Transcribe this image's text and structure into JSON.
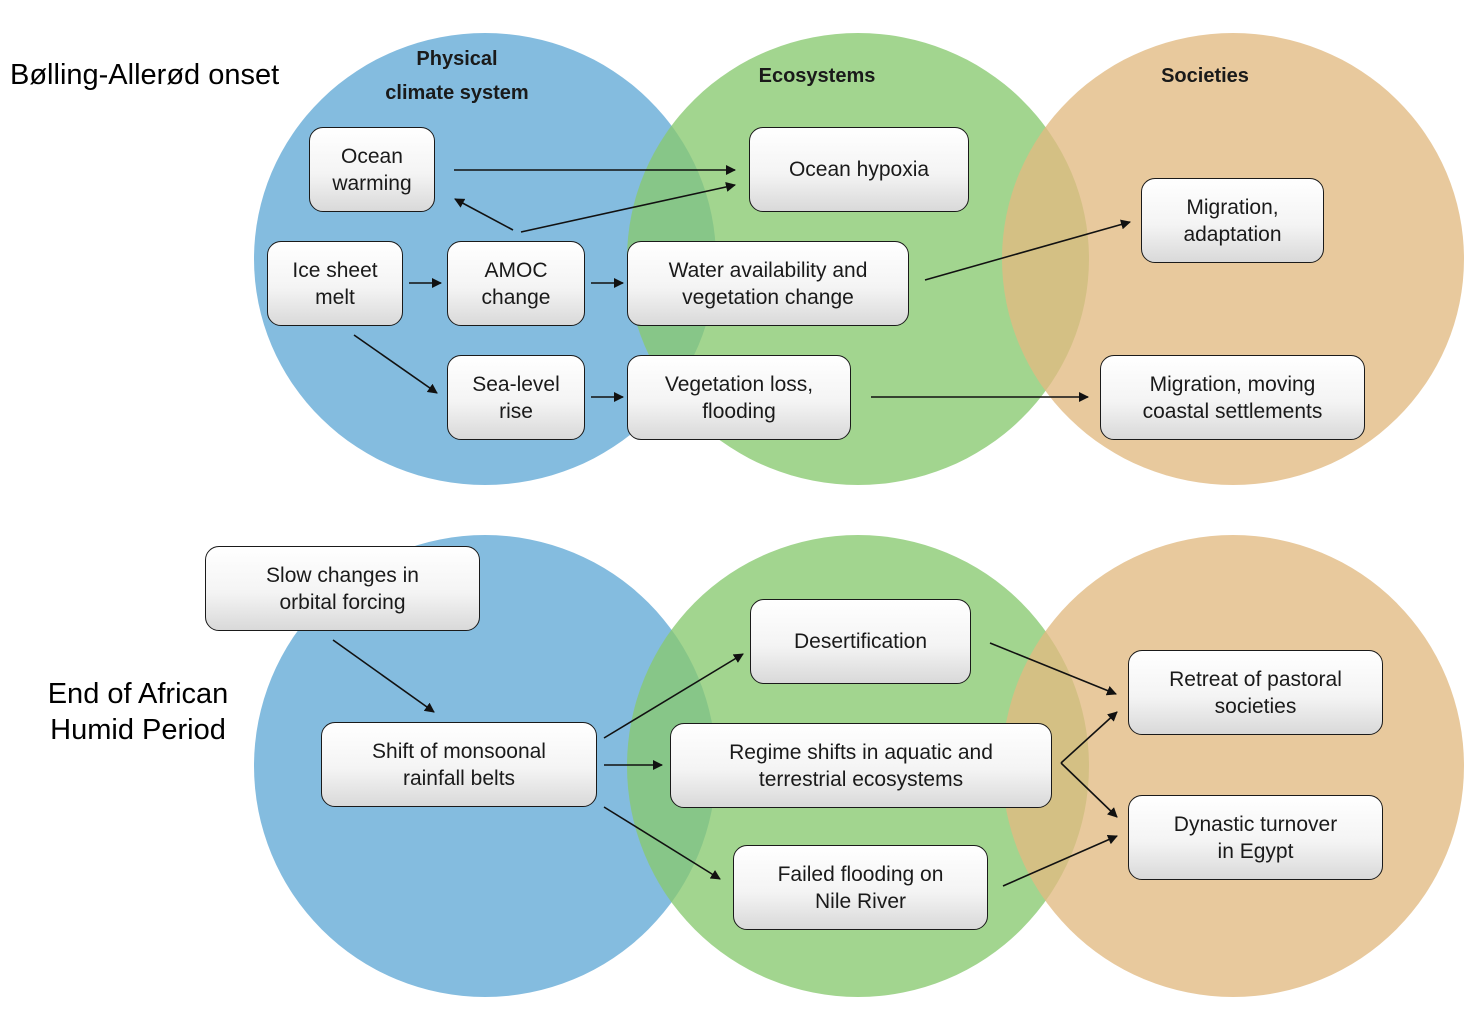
{
  "panel_top": {
    "title": "Bølling-Allerød onset",
    "headers": {
      "physical_line1": "Physical",
      "physical_line2": "climate system",
      "ecosystems": "Ecosystems",
      "societies": "Societies"
    },
    "boxes": {
      "ocean_warming": [
        "Ocean",
        "warming"
      ],
      "ice_sheet_melt": [
        "Ice sheet",
        "melt"
      ],
      "amoc_change": [
        "AMOC",
        "change"
      ],
      "sea_level_rise": [
        "Sea-level",
        "rise"
      ],
      "ocean_hypoxia": [
        "Ocean hypoxia"
      ],
      "water_vegetation": [
        "Water availability and",
        "vegetation change"
      ],
      "vegetation_loss": [
        "Vegetation loss,",
        "flooding"
      ],
      "migration_adaptation": [
        "Migration,",
        "adaptation"
      ],
      "migration_coastal": [
        "Migration, moving",
        "coastal settlements"
      ]
    }
  },
  "panel_bottom": {
    "title_line1": "End of African",
    "title_line2": "Humid Period",
    "boxes": {
      "slow_changes": [
        "Slow changes in",
        "orbital forcing"
      ],
      "monsoon_shift": [
        "Shift of monsoonal",
        "rainfall belts"
      ],
      "desertification": [
        "Desertification"
      ],
      "regime_shifts": [
        "Regime shifts in aquatic and",
        "terrestrial ecosystems"
      ],
      "failed_flooding": [
        "Failed flooding on",
        "Nile River"
      ],
      "retreat_pastoral": [
        "Retreat of pastoral",
        "societies"
      ],
      "dynastic_turnover": [
        "Dynastic turnover",
        "in Egypt"
      ]
    }
  },
  "colors": {
    "physical": "#6eb0d9",
    "ecosystems": "#88c96f",
    "societies": "#e2ba82",
    "arrow": "#111111"
  }
}
